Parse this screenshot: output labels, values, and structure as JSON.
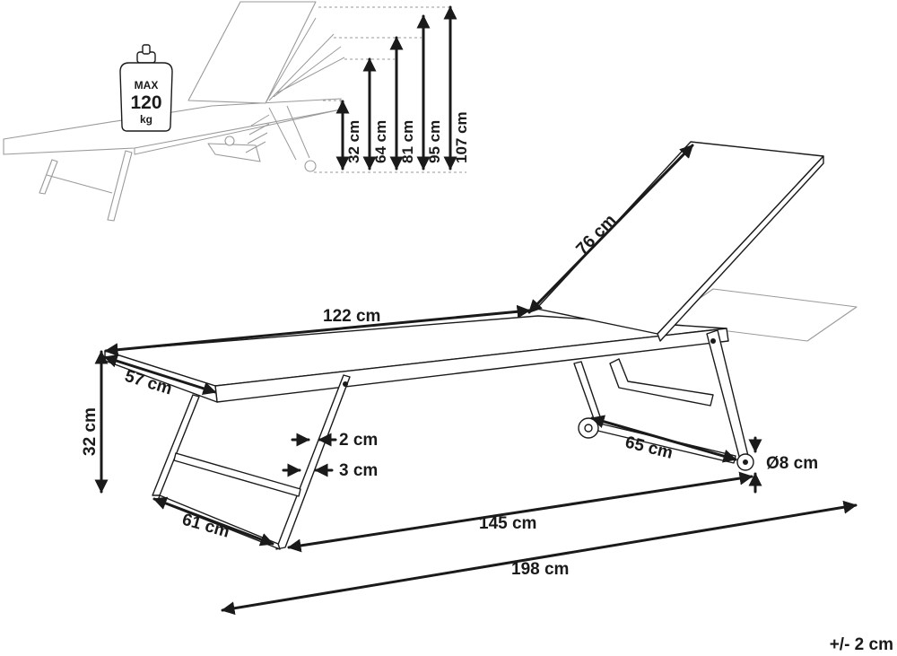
{
  "weight_badge": {
    "line1": "MAX",
    "line2": "120",
    "line3": "kg"
  },
  "heights": [
    "32 cm",
    "64 cm",
    "81 cm",
    "95 cm",
    "107 cm"
  ],
  "dimensions": {
    "backrest_length": "76 cm",
    "seat_length": "122 cm",
    "width": "57 cm",
    "seat_height": "32 cm",
    "tube_small": "2 cm",
    "tube_large": "3 cm",
    "rear_leg_span": "65 cm",
    "wheel_diameter": "Ø8 cm",
    "front_leg_span": "61 cm",
    "leg_distance": "145 cm",
    "total_length": "198 cm"
  },
  "tolerance": "+/- 2 cm",
  "colors": {
    "line": "#1a1a1a",
    "faint": "#9a9a9a",
    "background": "#ffffff"
  }
}
